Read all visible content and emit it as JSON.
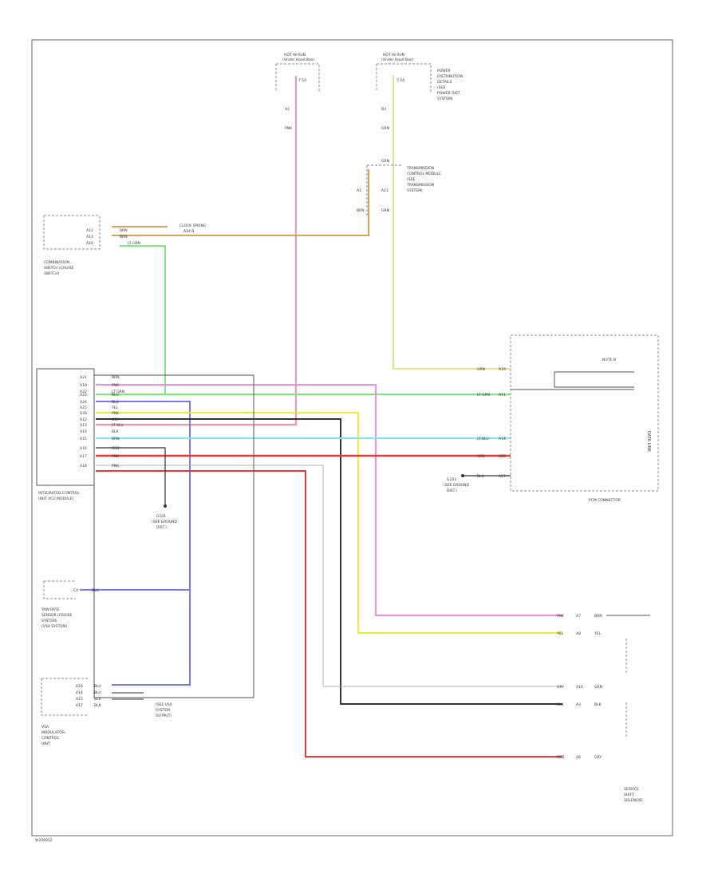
{
  "colors": {
    "frame": "#666666",
    "pink": "#ff8fa8",
    "red": "#e83a3a",
    "orange": "#d9a45a",
    "yellow_light": "#e8df8a",
    "green": "#7dea7d",
    "cyan": "#7fe9ee",
    "blue": "#7a7af0",
    "magenta": "#f08ae4",
    "yellow": "#eaea3a",
    "black": "#333333",
    "gray": "#b0b0b0",
    "tan": "#d8c8a8"
  },
  "fuses": [
    {
      "head": "HOT IN RUN",
      "sub": "(Under Hood Box)",
      "fuse": "7.5A",
      "a": "A2",
      "b": "PNK"
    },
    {
      "head": "HOT IN RUN",
      "sub": "(Under Hood Box)",
      "fuse": "7.5A",
      "a": "B3",
      "b": "GRN"
    }
  ],
  "power_note": [
    "POWER",
    "DISTRIBUTION",
    "DETAILS",
    "(SEE",
    "POWER DIST.",
    "SYSTEM)"
  ],
  "transmission": {
    "label": [
      "TRANSMISSION",
      "CONTROL MODULE",
      "(SEE",
      "TRANSMISSION",
      "SYSTEM)"
    ],
    "pin_top": "GRN",
    "left_pin": "A1",
    "left_wire": "BRN",
    "right_pin": "A11",
    "right_wire": "GRN"
  },
  "cruise_switch": {
    "label": [
      "COMBINATION",
      "SWITCH (CRUISE",
      "SWITCH)"
    ],
    "pins": [
      "A12",
      "A13",
      "A10"
    ],
    "wires": [
      "BRN",
      "BRN",
      "LT GRN"
    ],
    "note": [
      "CLOCK SPRING",
      "A34 B"
    ]
  },
  "ecu": {
    "label": [
      "INTEGRATED CONTROL",
      "UNIT (ICU MODULE)"
    ],
    "pins": [
      "A21",
      "A19",
      "A22",
      "A23",
      "A24",
      "A25",
      "A26",
      "A12",
      "A13",
      "A14",
      "A15",
      "A16",
      "A17",
      "A18"
    ],
    "wires": [
      "BRN",
      "PNK",
      "LT GRN",
      "BLU",
      "BLK",
      "YEL",
      "PNK",
      "GRY",
      "LT BLU",
      "BLK",
      "BRN",
      "RED",
      "PNK",
      "PNK"
    ]
  },
  "ground_point": [
    "G101",
    "(SEE GROUND",
    "DIST.)"
  ],
  "main_conn": {
    "label": "PCM CONNECTOR",
    "pins": [
      "A19",
      "A11",
      "A14",
      "A26",
      "A27"
    ],
    "wires": [
      "GRN",
      "LT GRN",
      "LT BLU",
      "RED",
      "BLK"
    ],
    "side_label": "DATA LINK",
    "tag": "NOTE B",
    "gnd": [
      "G103",
      "(SEE GROUND",
      "DIST.)"
    ]
  },
  "steering_sensor": {
    "label": [
      "YAW RATE",
      "SENSOR (CRUISE",
      "SYSTEM)",
      "(VSA SYSTEM)"
    ],
    "pin": "C4",
    "wire": "BLU"
  },
  "vsa": {
    "label": [
      "VSA",
      "MODULATOR-",
      "CONTROL",
      "UNIT"
    ],
    "pins": [
      "A16",
      "A14",
      "A15",
      "A17"
    ],
    "wires": [
      "BLU",
      "BLU",
      "BLK",
      "BLK"
    ],
    "note": [
      "(SEE VSA",
      "SYSTEM",
      "OUTPUT)"
    ]
  },
  "right_conns": [
    {
      "a": "PNK",
      "b": "A7",
      "c": "BRN"
    },
    {
      "a": "YEL",
      "b": "A8",
      "c": "YEL"
    },
    {
      "a": "GRY",
      "b": "A10",
      "c": "GRN"
    },
    {
      "a": "BLK",
      "b": "A3",
      "c": "BLK"
    },
    {
      "a": "RED",
      "b": "A6",
      "c": "GRY"
    }
  ],
  "right_label": [
    "SERVICE",
    "SHIFT",
    "SOLENOID"
  ],
  "footer_code": "W204012"
}
